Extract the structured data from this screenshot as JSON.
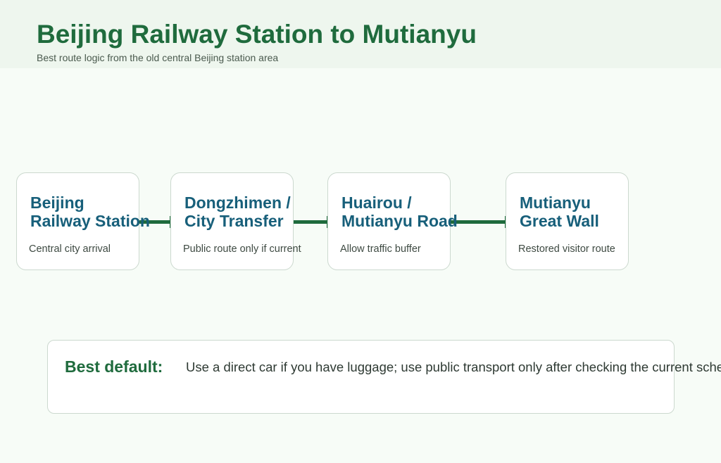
{
  "header": {
    "title": "Beijing Railway Station to Mutianyu",
    "subtitle": "Best route logic from the old central Beijing station area"
  },
  "steps": [
    {
      "title_line1": "Beijing",
      "title_line2": "Railway Station",
      "subtitle": "Central city arrival"
    },
    {
      "title_line1": "Dongzhimen /",
      "title_line2": "City Transfer",
      "subtitle": "Public route only if current"
    },
    {
      "title_line1": "Huairou /",
      "title_line2": "Mutianyu Road",
      "subtitle": "Allow traffic buffer"
    },
    {
      "title_line1": "Mutianyu",
      "title_line2": "Great Wall",
      "subtitle": "Restored visitor route"
    }
  ],
  "note": {
    "label": "Best default:",
    "text": "Use a direct car if you have luggage; use public transport only after checking the current schedule."
  },
  "colors": {
    "accent": "#1f6b3d",
    "card_title": "#175f7a",
    "background": "#f7fcf7",
    "header_band": "#eef6ee"
  }
}
